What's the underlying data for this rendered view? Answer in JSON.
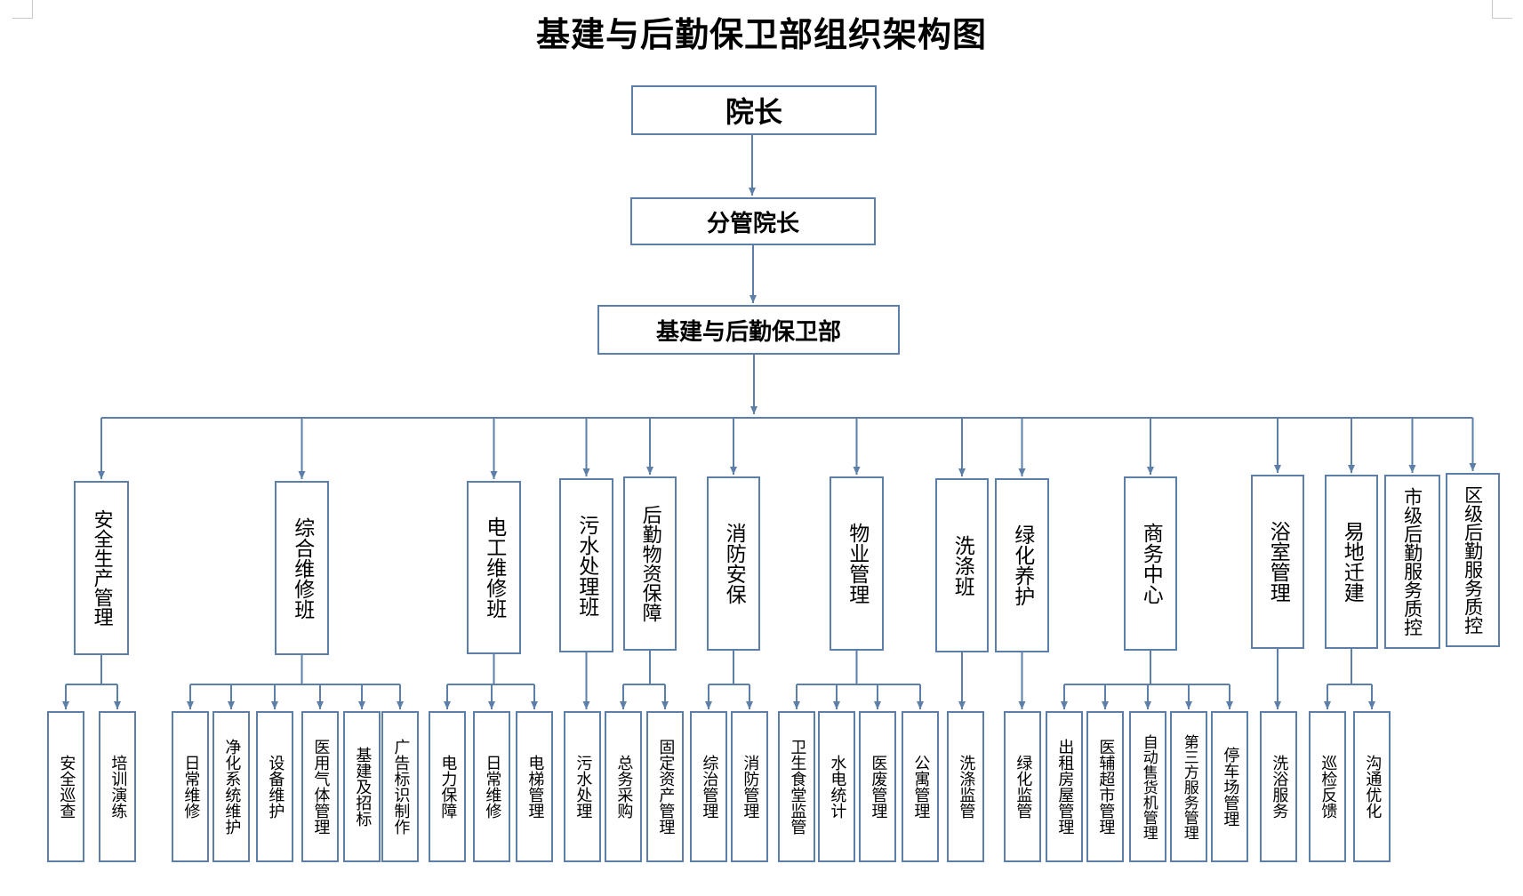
{
  "title": "基建与后勤保卫部组织架构图",
  "colors": {
    "line": "#5b7fa8",
    "border": "#5b7fa8",
    "text": "#000000"
  },
  "top": {
    "president": "院长",
    "vice": "分管院长",
    "dept": "基建与后勤保卫部"
  },
  "units": [
    {
      "name": "安全生产管理",
      "subs": [
        "安全巡查",
        "培训演练"
      ]
    },
    {
      "name": "综合维修班",
      "subs": [
        "日常维修",
        "净化系统维护",
        "设备维护",
        "医用气体管理",
        "基建及招标",
        "广告标识制作"
      ]
    },
    {
      "name": "电工维修班",
      "subs": [
        "电力保障",
        "日常维修",
        "电梯管理"
      ]
    },
    {
      "name": "污水处理班",
      "subs": [
        "污水处理"
      ]
    },
    {
      "name": "后勤物资保障",
      "subs": [
        "总务采购",
        "固定资产管理"
      ]
    },
    {
      "name": "消防安保",
      "subs": [
        "综治管理",
        "消防管理"
      ]
    },
    {
      "name": "物业管理",
      "subs": [
        "卫生食堂监管",
        "水电统计",
        "医废管理",
        "公寓管理"
      ]
    },
    {
      "name": "洗涤班",
      "subs": [
        "洗涤监管"
      ]
    },
    {
      "name": "绿化养护",
      "subs": [
        "绿化监管"
      ]
    },
    {
      "name": "商务中心",
      "subs": [
        "出租房屋管理",
        "医辅超市管理",
        "自动售货机管理",
        "第三方服务管理",
        "停车场管理"
      ]
    },
    {
      "name": "浴室管理",
      "subs": [
        "洗浴服务"
      ]
    },
    {
      "name": "易地迁建",
      "subs": [
        "巡检反馈",
        "沟通优化"
      ]
    },
    {
      "name": "市级后勤服务质控",
      "subs": []
    },
    {
      "name": "区级后勤服务质控",
      "subs": []
    }
  ]
}
